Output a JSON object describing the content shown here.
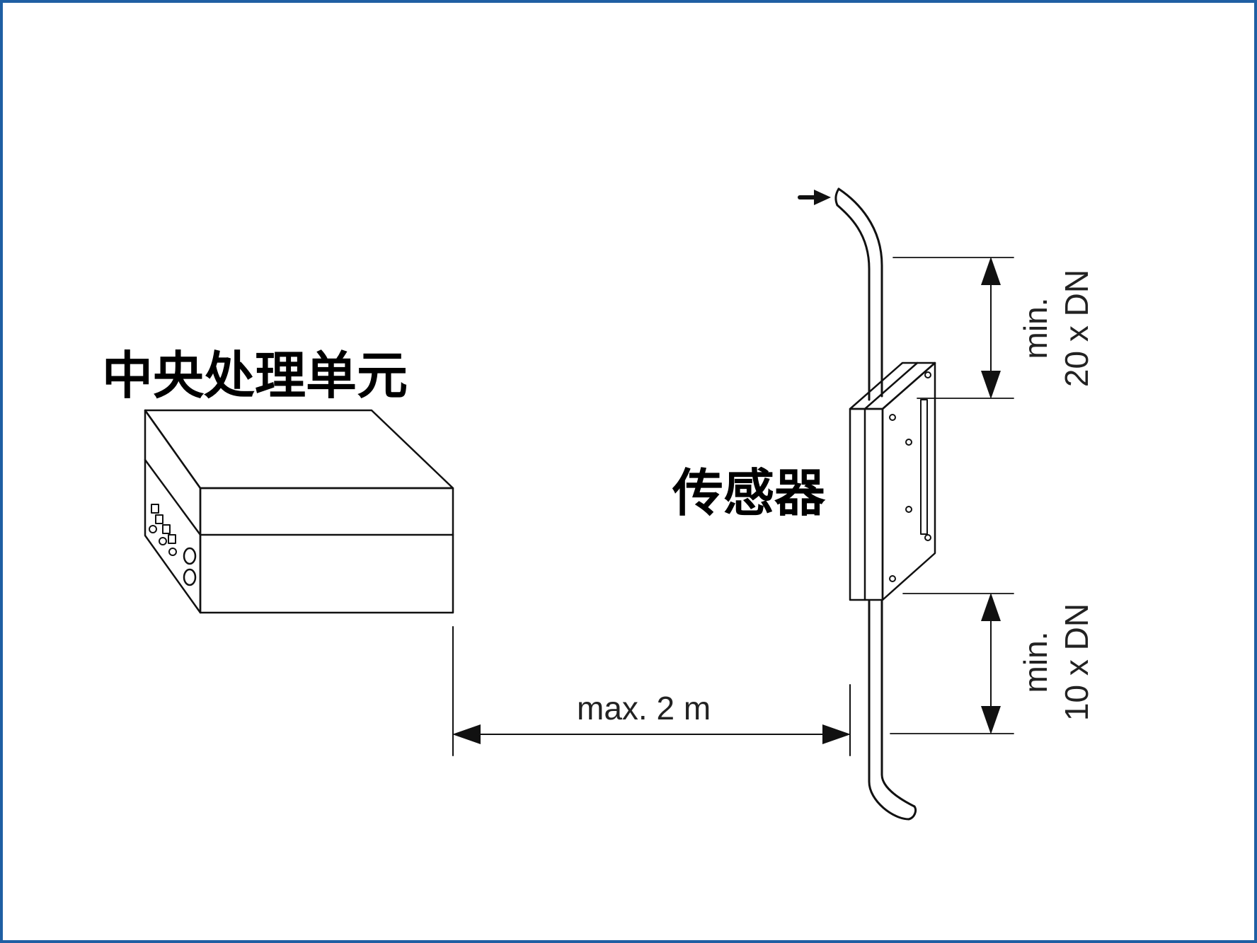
{
  "labels": {
    "cpu": "中央处理单元",
    "sensor": "传感器",
    "distance": "max. 2 m",
    "upstream_line1": "min.",
    "upstream_line2": "20 x DN",
    "downstream_line1": "min.",
    "downstream_line2": "10 x DN"
  },
  "colors": {
    "border": "#1f5fa3",
    "line": "#111111",
    "background": "#ffffff"
  },
  "icons": {
    "flow_arrow": "right-arrow-icon"
  }
}
